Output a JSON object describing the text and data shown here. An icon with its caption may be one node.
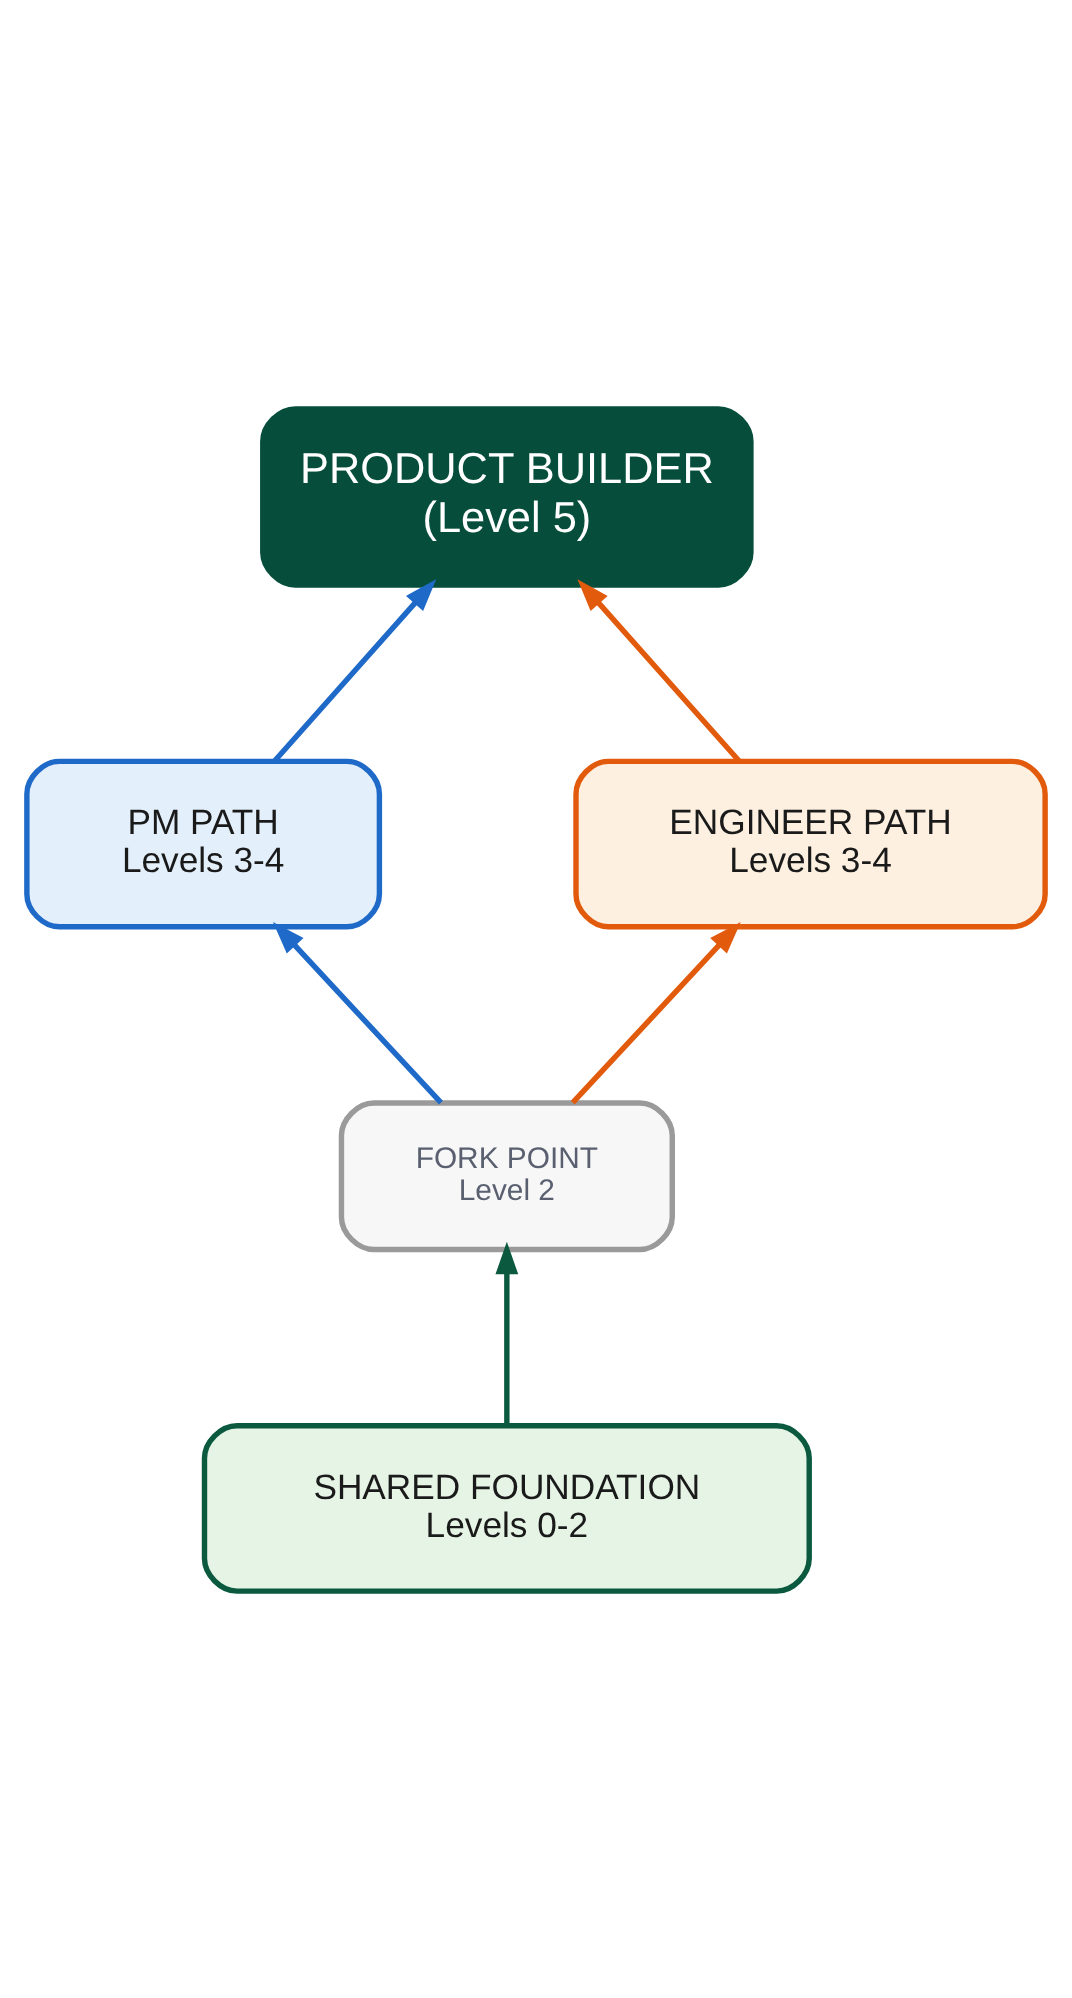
{
  "diagram": {
    "nodes": [
      {
        "text": [
          "PRODUCT BUILDER",
          "(Level 5)"
        ]
      },
      {
        "text": [
          "PM PATH",
          "Levels 3-4"
        ]
      },
      {
        "text": [
          "ENGINEER PATH",
          "Levels 3-4"
        ]
      },
      {
        "text": [
          "FORK POINT",
          "Level 2"
        ]
      },
      {
        "text": [
          "SHARED FOUNDATION",
          "Levels 0-2"
        ]
      }
    ],
    "edges": [
      {
        "from": 4,
        "to": 3,
        "arrow": "to",
        "color": "#0b5a40"
      },
      {
        "from": 3,
        "to": 1,
        "arrow": "to",
        "color": "#1f6ac8"
      },
      {
        "from": 3,
        "to": 2,
        "arrow": "to",
        "color": "#e25a0c"
      },
      {
        "from": 1,
        "to": 0,
        "arrow": "to",
        "color": "#1f6ac8"
      },
      {
        "from": 2,
        "to": 0,
        "arrow": "to",
        "color": "#e25a0c"
      }
    ]
  }
}
